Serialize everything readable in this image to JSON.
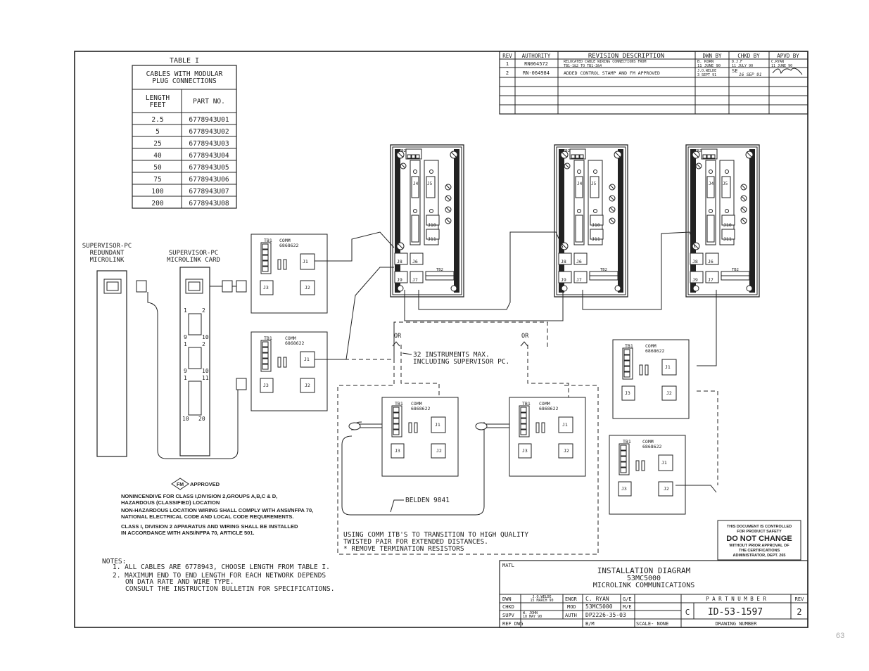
{
  "cable_table": {
    "title": "TABLE I",
    "subtitle_line1": "CABLES WITH MODULAR",
    "subtitle_line2": "PLUG CONNECTIONS",
    "col1_line1": "LENGTH",
    "col1_line2": "FEET",
    "col2": "PART NO.",
    "rows": [
      {
        "length": "2.5",
        "part": "6778943U01"
      },
      {
        "length": "5",
        "part": "6778943U02"
      },
      {
        "length": "25",
        "part": "6778943U03"
      },
      {
        "length": "40",
        "part": "6778943U04"
      },
      {
        "length": "50",
        "part": "6778943U05"
      },
      {
        "length": "75",
        "part": "6778943U06"
      },
      {
        "length": "100",
        "part": "6778943U07"
      },
      {
        "length": "200",
        "part": "6778943U08"
      }
    ]
  },
  "revision_block": {
    "headers": [
      "REV",
      "AUTHORITY",
      "REVISION DESCRIPTION",
      "DWN BY",
      "CHKD BY",
      "APVD BY"
    ],
    "rows": [
      {
        "rev": "1",
        "authority": "RN064572",
        "desc1": "RELOCATED CABLE WIRING CONNECTIONS FROM",
        "desc2": "TB1-1&2 TO TB1-3&4",
        "dwn1": "B. KORN",
        "dwn2": "11 JUNE 90",
        "chkd1": "D.J.F",
        "chkd2": "11 JULY 90",
        "apvd1": "C.RYAN",
        "apvd2": "11 JUNE 90"
      },
      {
        "rev": "2",
        "authority": "RN-064984",
        "desc1": "ADDED CONTROL STAMP AND FM APPROVED",
        "desc2": "",
        "dwn1": "J.O.WELDE",
        "dwn2": "3 SEPT 91",
        "chkd1": "SE",
        "chkd2": "16 SEP 91",
        "apvd1": "",
        "apvd2": ""
      }
    ]
  },
  "labels": {
    "sup_redundant_1": "SUPERVISOR-PC",
    "sup_redundant_2": "REDUNDANT",
    "sup_redundant_3": "MICROLINK",
    "sup_card_1": "SUPERVISOR-PC",
    "sup_card_2": "MICROLINK CARD",
    "pin_1": "1",
    "pin_2": "2",
    "pin_9": "9",
    "pin_10": "10",
    "pin_11": "11",
    "pin_20": "20",
    "or": "OR",
    "max_instr_1": "32 INSTRUMENTS MAX.",
    "max_instr_2": "INCLUDING SUPERVISOR PC.",
    "belden": "BELDEN 9841",
    "itb_note_1": "USING COMM ITB'S TO TRANSITION TO HIGH QUALITY",
    "itb_note_2": "TWISTED PAIR FOR EXTENDED DISTANCES.",
    "itb_note_3": "* REMOVE TERMINATION RESISTORS",
    "tb1": "TB1",
    "comm": "COMM",
    "comm_part": "6868622",
    "tb2": "TB2",
    "j1": "J1",
    "j2": "J2",
    "j3": "J3",
    "j4": "J4",
    "j5": "J5",
    "j6": "J6",
    "j7": "J7",
    "j8": "J8",
    "j9": "J9",
    "j10": "J10",
    "j11": "J11"
  },
  "fm_block": {
    "fm": "FM",
    "approved": "APPROVED",
    "line1": "NONINCENDIVE FOR CLASS I,DIVISION 2,GROUPS A,B,C & D,",
    "line2": "HAZARDOUS (CLASSIFIED) LOCATION",
    "line3": "NON-HAZARDOUS LOCATION WIRING SHALL COMPLY WITH ANSI/NFPA 70,",
    "line4": "NATIONAL ELECTRICAL CODE AND LOCAL CODE REQUIREMENTS.",
    "line5": "CLASS I, DIVISION 2 APPARATUS AND WIRING SHALL BE INSTALLED",
    "line6": "IN ACCORDANCE WITH ANSI/NFPA 70, ARTICLE 501."
  },
  "notes": {
    "heading": "NOTES:",
    "n1": "1. ALL CABLES ARE 6778943, CHOOSE LENGTH FROM TABLE I.",
    "n2a": "2. MAXIMUM END TO END LENGTH FOR EACH NETWORK DEPENDS",
    "n2b": "ON DATA RATE AND WIRE TYPE.",
    "n2c": "CONSULT THE INSTRUCTION BULLETIN FOR SPECIFICATIONS."
  },
  "control_stamp": {
    "line1": "THIS DOCUMENT IS CONTROLLED",
    "line2": "FOR PRODUCT SAFETY",
    "line3": "DO NOT CHANGE",
    "line4": "WITHOUT PRIOR APPROVAL OF",
    "line5": "THE CERTIFICATIONS",
    "line6": "ADMINISTRATOR, DEPT. 265"
  },
  "title_block": {
    "matl": "MATL",
    "title1": "INSTALLATION DIAGRAM",
    "title2": "53MC5000",
    "title3": "MICROLINK COMMUNICATIONS",
    "dwn": "DWN",
    "dwn_val1": "J.O.WELDE",
    "dwn_val2": "15 MARCH 90",
    "engr": "ENGR",
    "engr_val": "C. RYAN",
    "ge": "G/E",
    "chkd": "CHKD",
    "mod": "MOD",
    "mod_val": "53MC5000",
    "me": "M/E",
    "supv": "SUPV",
    "supv_val1": "W. JOHN",
    "supv_val2": "10 MAY 90",
    "auth": "AUTH",
    "auth_val": "DP2226-35-03",
    "refdwg": "REF DWG",
    "bm": "B/M",
    "scale": "SCALE- NONE",
    "part_number_label": "P A R T   N U M B E R",
    "size": "C",
    "part_number": "ID-53-1597",
    "drawing_number": "DRAWING NUMBER",
    "rev_label": "REV",
    "rev": "2"
  },
  "page_number": "63"
}
